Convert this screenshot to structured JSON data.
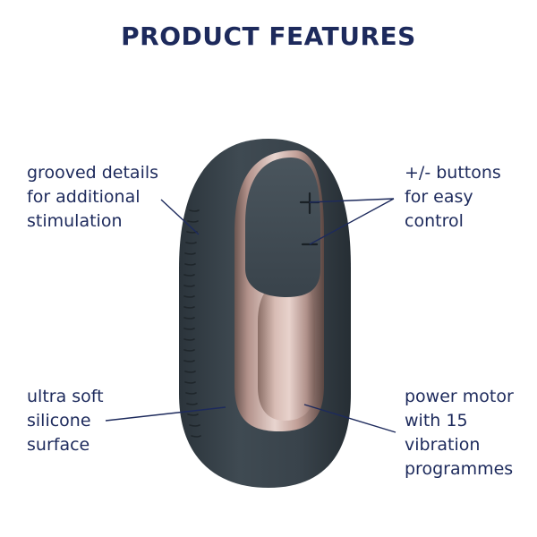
{
  "title": "PRODUCT FEATURES",
  "features": [
    {
      "id": "grooved",
      "lines": [
        "grooved details",
        "for additional",
        "stimulation"
      ]
    },
    {
      "id": "buttons",
      "lines": [
        "+/- buttons",
        "for easy",
        "control"
      ]
    },
    {
      "id": "silicone",
      "lines": [
        "ultra soft",
        "silicone",
        "surface"
      ]
    },
    {
      "id": "motor",
      "lines": [
        "power motor",
        "with 15",
        "vibration",
        "programmes"
      ]
    }
  ],
  "colors": {
    "text": "#1d2a5c",
    "body": "#39434b",
    "metal": "#c9aba4"
  }
}
